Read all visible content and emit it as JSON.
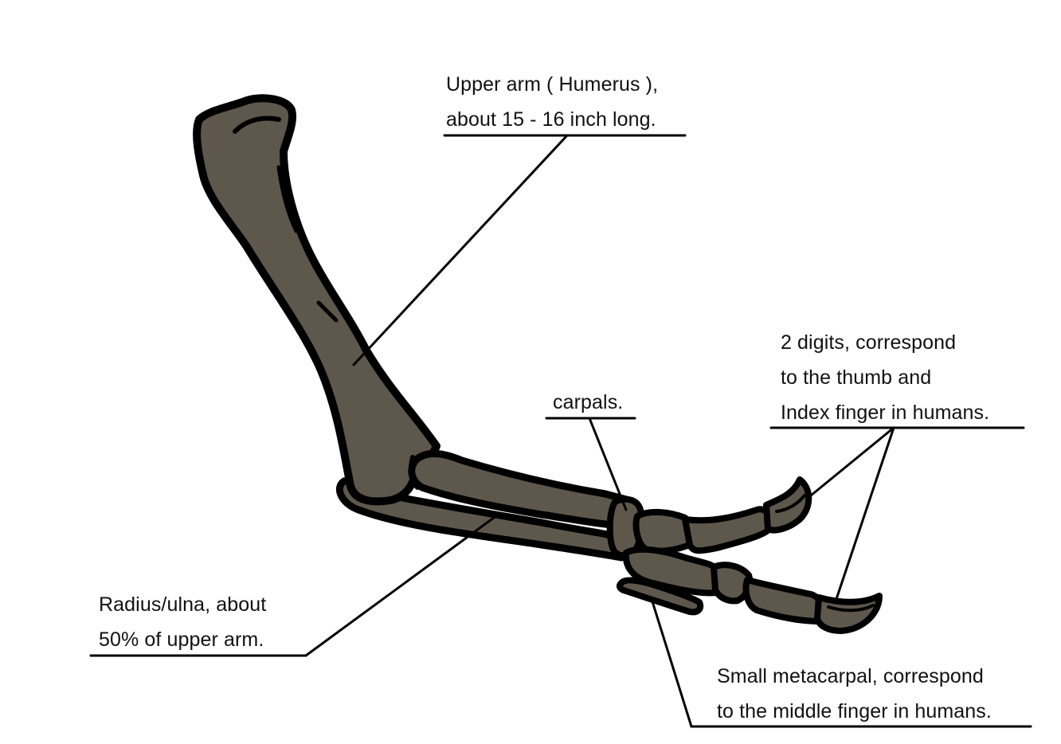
{
  "diagram": {
    "subject": "Theropod forelimb skeleton",
    "colors": {
      "background": "#ffffff",
      "bone_fill": "#5e574c",
      "outline": "#000000",
      "text": "#111111"
    },
    "labels": {
      "humerus": {
        "lines": [
          "Upper arm ( Humerus ),",
          "about 15 - 16 inch long."
        ]
      },
      "digits": {
        "lines": [
          "2 digits, correspond",
          "to the thumb and",
          "Index finger in humans."
        ]
      },
      "carpals": {
        "lines": [
          "carpals."
        ]
      },
      "radius_ulna": {
        "lines": [
          "Radius/ulna, about",
          "50% of upper arm."
        ]
      },
      "metacarpal": {
        "lines": [
          "Small metacarpal, correspond",
          "to the middle finger in humans."
        ]
      }
    },
    "parts": [
      "humerus",
      "radius",
      "ulna",
      "carpals",
      "digit-1",
      "digit-2",
      "small-metacarpal",
      "claws"
    ]
  }
}
